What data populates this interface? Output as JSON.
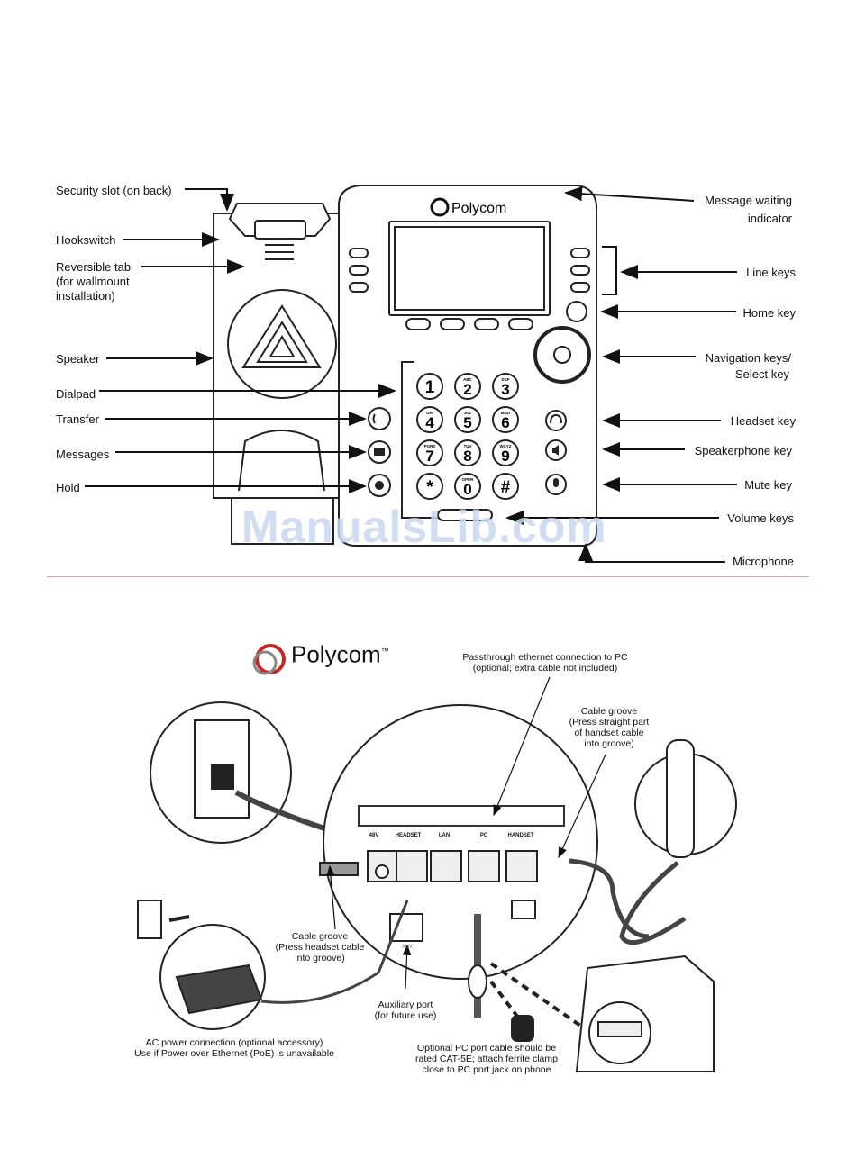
{
  "top_diagram": {
    "brand": "Polycom",
    "labels_left": {
      "security_slot": "Security slot (on back)",
      "hookswitch": "Hookswitch",
      "reversible_tab_1": "Reversible tab",
      "reversible_tab_2": "(for wallmount",
      "reversible_tab_3": "installation)",
      "speaker": "Speaker",
      "dialpad": "Dialpad",
      "transfer": "Transfer",
      "messages": "Messages",
      "hold": "Hold"
    },
    "labels_right": {
      "mwi_1": "Message waiting",
      "mwi_2": "indicator",
      "line_keys": "Line keys",
      "home_key": "Home key",
      "nav_1": "Navigation keys/",
      "nav_2": "Select key",
      "headset_key": "Headset key",
      "speakerphone_key": "Speakerphone key",
      "mute_key": "Mute key",
      "volume_keys": "Volume keys",
      "microphone": "Microphone"
    },
    "dialpad": [
      {
        "digit": "1",
        "sub": ""
      },
      {
        "digit": "2",
        "sub": "ABC"
      },
      {
        "digit": "3",
        "sub": "DEF"
      },
      {
        "digit": "4",
        "sub": "GHI"
      },
      {
        "digit": "5",
        "sub": "JKL"
      },
      {
        "digit": "6",
        "sub": "MNO"
      },
      {
        "digit": "7",
        "sub": "PQRS"
      },
      {
        "digit": "8",
        "sub": "TUV"
      },
      {
        "digit": "9",
        "sub": "WXYZ"
      },
      {
        "digit": "*",
        "sub": ""
      },
      {
        "digit": "0",
        "sub": "OPER"
      },
      {
        "digit": "#",
        "sub": ""
      }
    ],
    "watermark": "ManualsLib.com"
  },
  "bottom_diagram": {
    "brand": "Polycom",
    "brand_tm": "™",
    "passthrough_1": "Passthrough ethernet connection to PC",
    "passthrough_2": "(optional; extra cable not included)",
    "cable_groove_right_1": "Cable groove",
    "cable_groove_right_2": "(Press straight part",
    "cable_groove_right_3": "of handset cable",
    "cable_groove_right_4": "into groove)",
    "ports": [
      "48V",
      "HEADSET",
      "LAN",
      "PC",
      "HANDSET"
    ],
    "aux_port_label": "AUX",
    "cable_groove_left_1": "Cable groove",
    "cable_groove_left_2": "(Press headset cable",
    "cable_groove_left_3": "into groove)",
    "aux_1": "Auxiliary port",
    "aux_2": "(for future use)",
    "ac_1": "AC power connection (optional accessory)",
    "ac_2": "Use if Power over Ethernet (PoE) is unavailable",
    "pc_cable_1": "Optional PC port cable should be",
    "pc_cable_2": "rated CAT-5E; attach ferrite clamp",
    "pc_cable_3": "close to PC port jack on phone"
  }
}
